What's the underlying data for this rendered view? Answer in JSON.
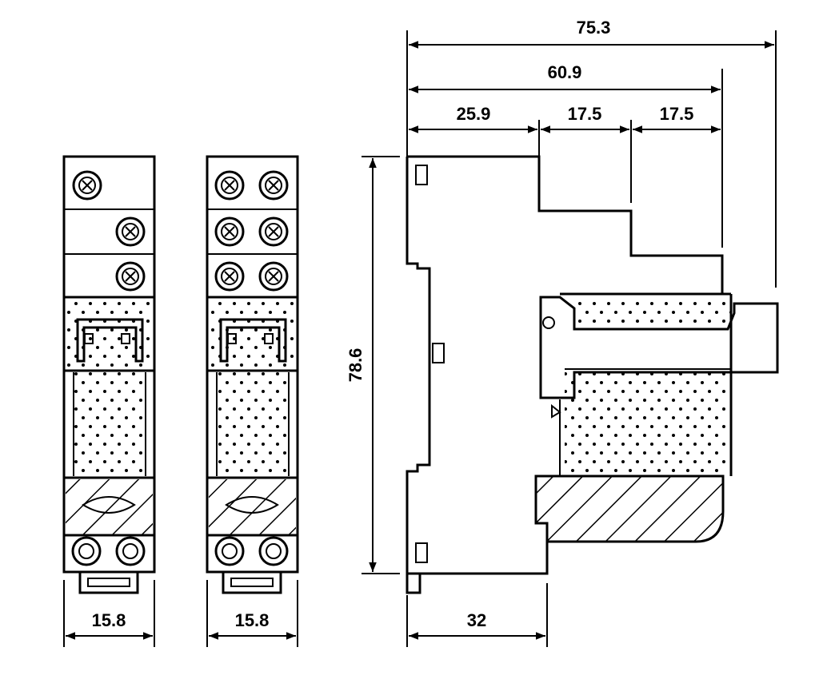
{
  "dimensions": {
    "total_depth": "75.3",
    "depth_to_step": "60.9",
    "front_depth": "25.9",
    "step_1": "17.5",
    "step_2": "17.5",
    "height": "78.6",
    "base_depth": "32",
    "width_single_pole": "15.8",
    "width_double_pole": "15.8"
  }
}
